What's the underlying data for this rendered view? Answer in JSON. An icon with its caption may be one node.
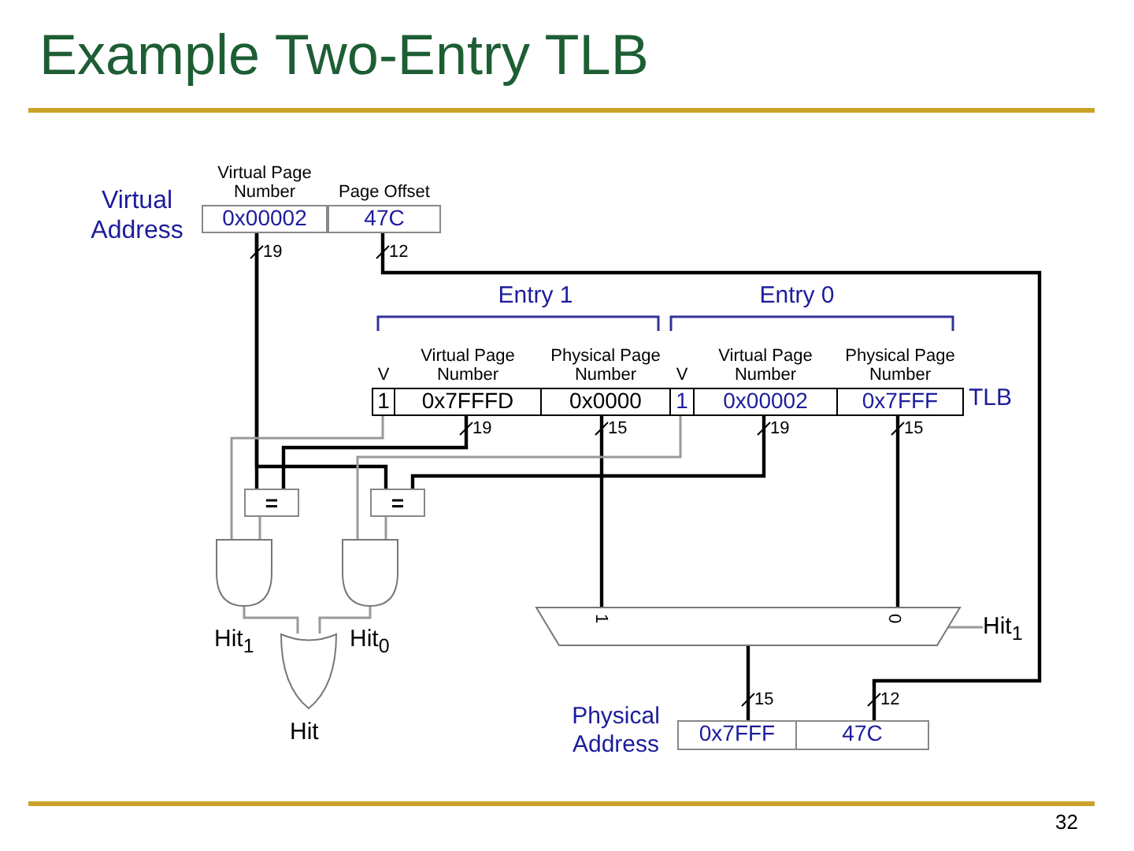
{
  "diagram": {
    "title": "Example Two-Entry TLB",
    "nodes": [
      {
        "text": [
          "Virtual Page Number",
          "0x00002"
        ]
      },
      {
        "text": [
          "Page Offset",
          "47C"
        ]
      },
      {
        "text": [
          "V",
          "1"
        ]
      },
      {
        "text": [
          "Virtual Page Number",
          "0x7FFFD"
        ]
      },
      {
        "text": [
          "Physical Page Number",
          "0x0000"
        ]
      },
      {
        "text": [
          "V",
          "1"
        ]
      },
      {
        "text": [
          "Virtual Page Number",
          "0x00002"
        ]
      },
      {
        "text": [
          "Physical Page Number",
          "0x7FFF"
        ]
      },
      {
        "text": [
          "="
        ]
      },
      {
        "text": [
          "="
        ]
      },
      {
        "text": [],
        "shape": "gate",
        "beside": [
          "Hit$_{1}$"
        ]
      },
      {
        "text": [],
        "shape": "gate",
        "beside": [
          "Hit$_{0}$"
        ]
      },
      {
        "text": [],
        "shape": "gate",
        "beside": [
          "Hit"
        ]
      },
      {
        "text": [
          "1",
          "0"
        ]
      },
      {
        "text": [
          "0x7FFF"
        ]
      },
      {
        "text": [
          "47C"
        ]
      },
      {
        "text": [
          "Hit$_{1}$"
        ]
      }
    ],
    "edges": [
      {
        "from": 0,
        "to": 8,
        "arrow": "none",
        "label": "19"
      },
      {
        "from": 0,
        "to": 9,
        "arrow": "none"
      },
      {
        "from": 1,
        "to": 15,
        "arrow": "none",
        "label": "12"
      },
      {
        "from": 2,
        "to": 10,
        "arrow": "none",
        "color": "#999999"
      },
      {
        "from": 3,
        "to": 8,
        "arrow": "none",
        "label": "19"
      },
      {
        "from": 4,
        "to": 13,
        "arrow": "none",
        "label": "15"
      },
      {
        "from": 5,
        "to": 11,
        "arrow": "none",
        "color": "#999999"
      },
      {
        "from": 6,
        "to": 9,
        "arrow": "none",
        "label": "19"
      },
      {
        "from": 7,
        "to": 13,
        "arrow": "none",
        "label": "15"
      },
      {
        "from": 8,
        "to": 10,
        "arrow": "none",
        "color": "#999999"
      },
      {
        "from": 9,
        "to": 11,
        "arrow": "none",
        "color": "#999999"
      },
      {
        "from": 10,
        "to": 12,
        "arrow": "none",
        "color": "#999999"
      },
      {
        "from": 11,
        "to": 12,
        "arrow": "none",
        "color": "#999999"
      },
      {
        "from": 13,
        "to": 14,
        "arrow": "none",
        "label": "15"
      },
      {
        "from": 16,
        "to": 13,
        "arrow": "none",
        "color": "#999999"
      }
    ],
    "labels": [
      "Virtual Address",
      "Entry 1",
      "Entry 0",
      "TLB",
      "Physical Address",
      "12",
      "32"
    ]
  }
}
